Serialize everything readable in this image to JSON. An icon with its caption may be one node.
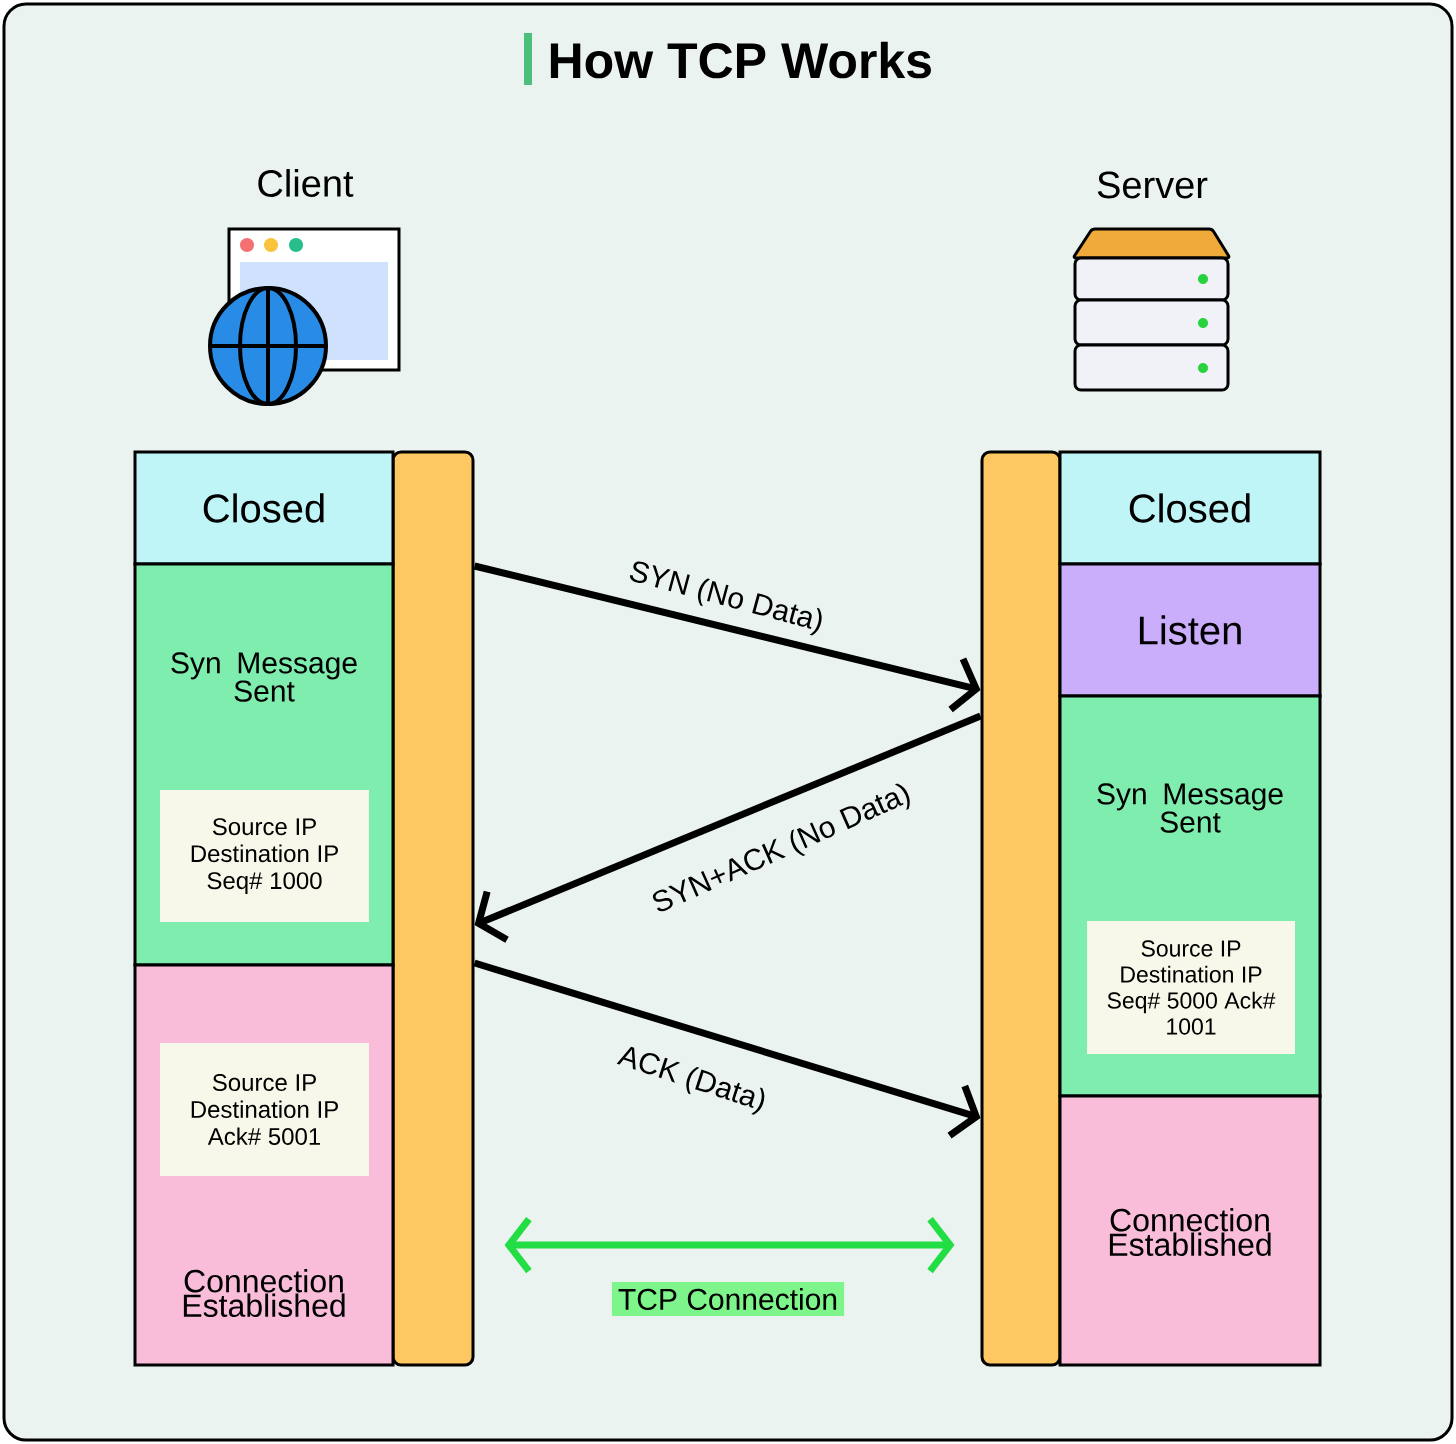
{
  "diagram": {
    "title": "How TCP Works",
    "nodes": [
      {
        "text": [],
        "shape": "bar"
      },
      {
        "text": [
          "Closed"
        ]
      },
      {
        "text": [
          "Syn Message Sent"
        ]
      },
      {
        "text": [
          "Source IP Destination IP Seq# 1000"
        ],
        "in": 2
      },
      {
        "text": [
          "Connection Established"
        ]
      },
      {
        "text": [
          "Source IP Destination IP Ack# 5001"
        ],
        "in": 4
      },
      {
        "text": [],
        "shape": "bar"
      },
      {
        "text": [
          "Closed"
        ]
      },
      {
        "text": [
          "Listen"
        ]
      },
      {
        "text": [
          "Syn Message Sent"
        ]
      },
      {
        "text": [
          "Source IP Destination IP Seq# 5000 Ack# 1001"
        ],
        "in": 9
      },
      {
        "text": [
          "Connection Established"
        ]
      }
    ],
    "edges": [
      {
        "from": 0,
        "to": 6,
        "arrow": "to",
        "label": "SYN (No Data)"
      },
      {
        "from": 6,
        "to": 0,
        "arrow": "to",
        "label": "SYN+ACK (No Data)"
      },
      {
        "from": 0,
        "to": 6,
        "arrow": "to",
        "label": "ACK (Data)"
      },
      {
        "from": 0,
        "to": 6,
        "arrow": "both",
        "label": "TCP Connection",
        "color": "#22dd44"
      }
    ],
    "labels": [
      "Client",
      "Server"
    ]
  }
}
